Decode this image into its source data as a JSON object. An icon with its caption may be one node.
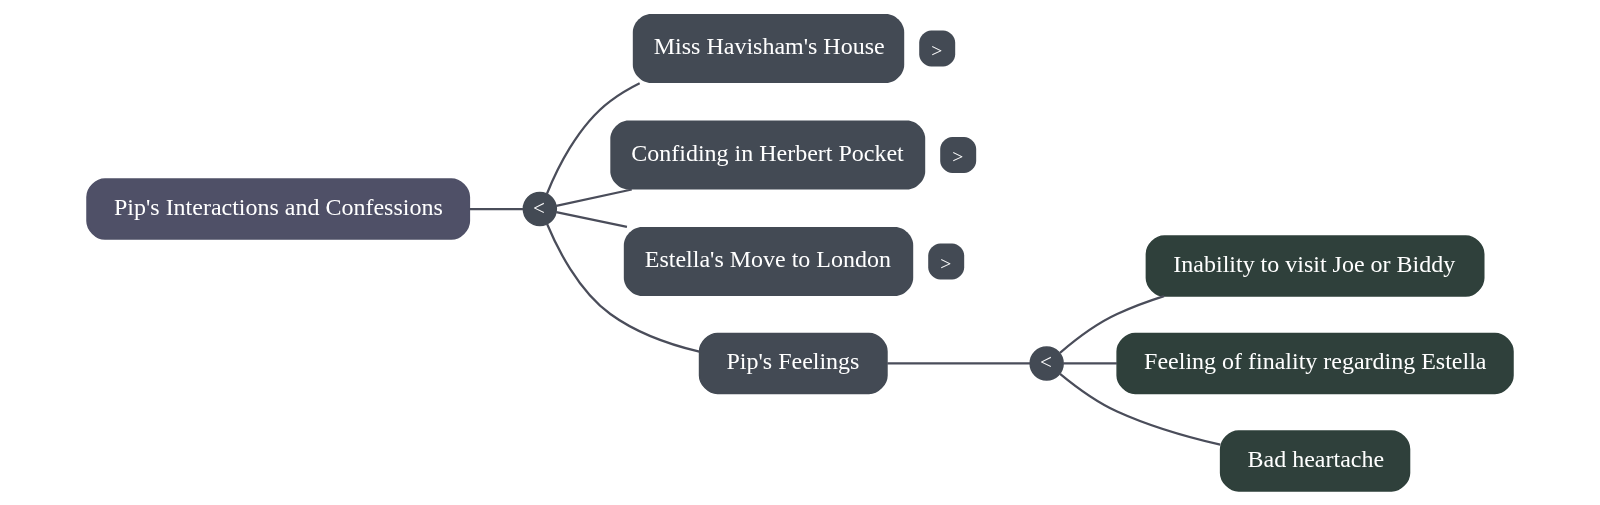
{
  "diagram": {
    "nodes": [
      {
        "text": [
          "Pip's Interactions and Confessions"
        ]
      },
      {
        "text": [
          "<"
        ]
      },
      {
        "text": [
          "Miss Havisham's House"
        ],
        "beside": [
          ">"
        ]
      },
      {
        "text": [
          "Confiding in Herbert Pocket"
        ],
        "beside": [
          ">"
        ]
      },
      {
        "text": [
          "Estella's Move to London"
        ],
        "beside": [
          ">"
        ]
      },
      {
        "text": [
          "Pip's Feelings"
        ]
      },
      {
        "text": [
          "<"
        ]
      },
      {
        "text": [
          "Inability to visit Joe or Biddy"
        ]
      },
      {
        "text": [
          "Feeling of finality regarding Estella"
        ]
      },
      {
        "text": [
          "Bad heartache"
        ]
      }
    ],
    "edges": [
      {
        "from": 0,
        "to": 1,
        "arrow": "none"
      },
      {
        "from": 1,
        "to": 2,
        "arrow": "none"
      },
      {
        "from": 1,
        "to": 3,
        "arrow": "none"
      },
      {
        "from": 1,
        "to": 4,
        "arrow": "none"
      },
      {
        "from": 1,
        "to": 5,
        "arrow": "none"
      },
      {
        "from": 5,
        "to": 6,
        "arrow": "none"
      },
      {
        "from": 6,
        "to": 7,
        "arrow": "none"
      },
      {
        "from": 6,
        "to": 8,
        "arrow": "none"
      },
      {
        "from": 6,
        "to": 9,
        "arrow": "none"
      }
    ]
  }
}
